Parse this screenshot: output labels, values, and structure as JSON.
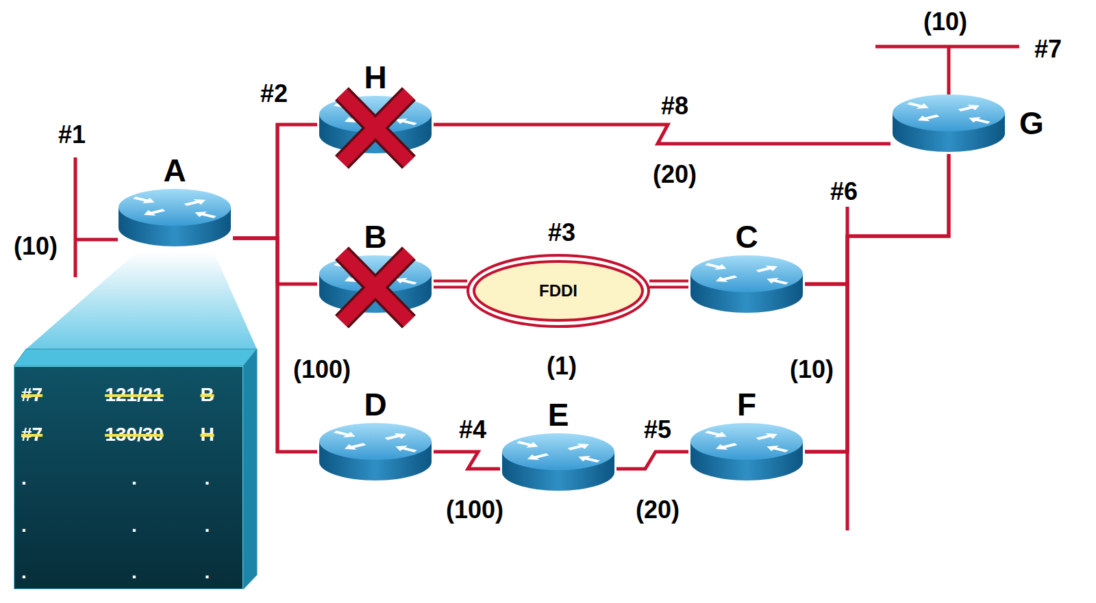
{
  "diagram": {
    "nodes": [
      {
        "text": [
          "H"
        ]
      },
      {
        "text": [
          "A"
        ]
      },
      {
        "text": [
          "G"
        ]
      },
      {
        "text": [
          "B"
        ]
      },
      {
        "text": [
          "FDDI"
        ]
      },
      {
        "text": [
          "C"
        ]
      },
      {
        "text": [
          "D"
        ]
      },
      {
        "text": [
          "E"
        ]
      },
      {
        "text": [
          "F"
        ]
      },
      {
        "text": [
          "#7",
          "121/21",
          "B",
          "#7",
          "130/30",
          "H",
          ".",
          ".",
          ".",
          ".",
          ".",
          ".",
          ".",
          ".",
          "."
        ]
      }
    ],
    "edges": [
      {
        "from": 1,
        "to": 0,
        "arrow": "none"
      },
      {
        "from": 1,
        "to": 3,
        "arrow": "none"
      },
      {
        "from": 1,
        "to": 6,
        "arrow": "none"
      },
      {
        "from": 0,
        "to": 2,
        "arrow": "none"
      },
      {
        "from": 3,
        "to": 4,
        "arrow": "none"
      },
      {
        "from": 4,
        "to": 5,
        "arrow": "none"
      },
      {
        "from": 5,
        "to": 2,
        "arrow": "none"
      },
      {
        "from": 8,
        "to": 2,
        "arrow": "none"
      },
      {
        "from": 5,
        "to": 8,
        "arrow": "none"
      },
      {
        "from": 6,
        "to": 7,
        "arrow": "none"
      },
      {
        "from": 7,
        "to": 8,
        "arrow": "none"
      }
    ],
    "labels": [
      "(10)",
      "#7",
      "#2",
      "#8",
      "#1",
      "(20)",
      "#6",
      "#3",
      "(10)",
      "(100)",
      "(1)",
      "(10)",
      "#4",
      "#5",
      "(100)",
      "(20)"
    ]
  }
}
